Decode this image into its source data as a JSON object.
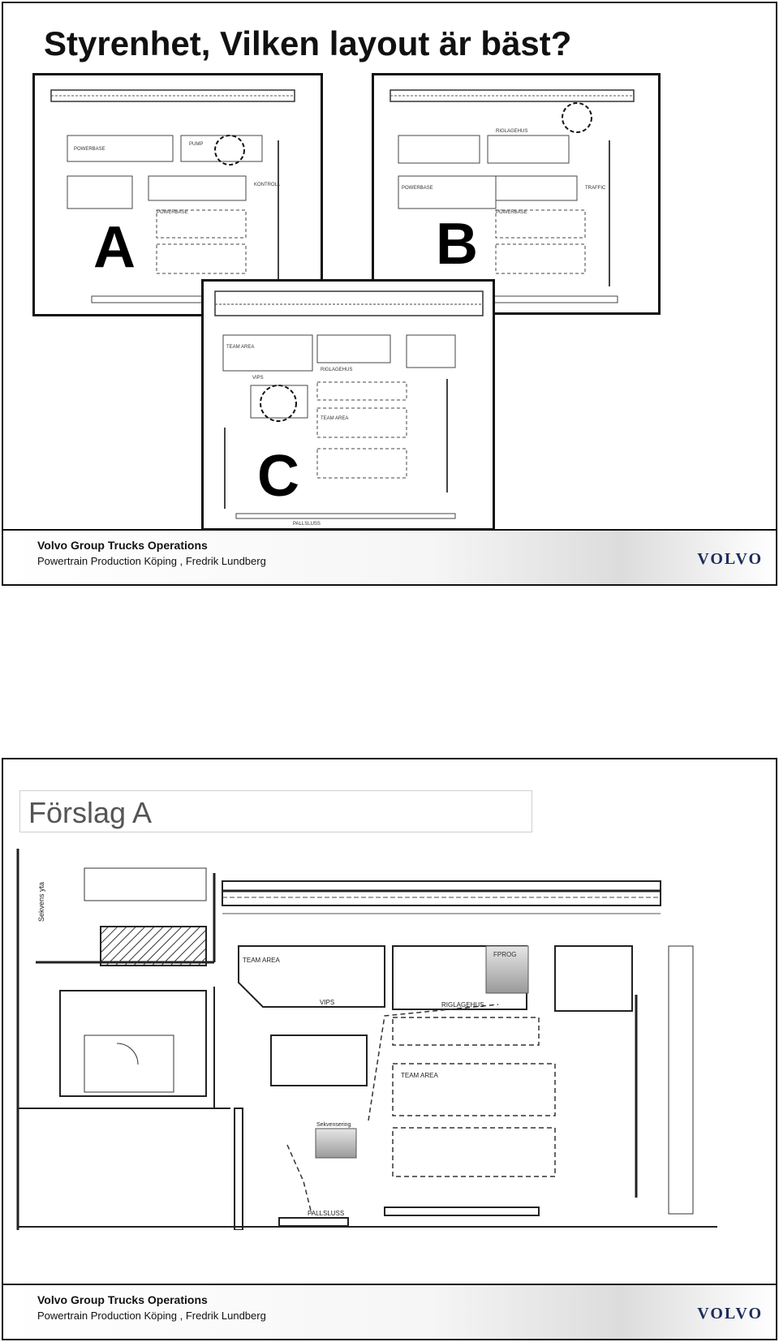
{
  "slide1": {
    "title": "Styrenhet, Vilken layout är bäst?",
    "plans": [
      {
        "letter": "A",
        "labels": [
          "POWERBASE",
          "POWERBASE",
          "PUMP",
          "KONTROLL"
        ]
      },
      {
        "letter": "B",
        "labels": [
          "RIGLAGEHUS",
          "POWERBASE",
          "POWERBASE",
          "TRAFFIC"
        ]
      },
      {
        "letter": "C",
        "labels": [
          "TEAM AREA",
          "RIGLAGEHUS",
          "TEAM AREA",
          "VIPS",
          "PALLSLUSS"
        ]
      }
    ],
    "footer": {
      "org": "Volvo Group Trucks Operations",
      "sub": "Powertrain Production Köping , Fredrik Lundberg",
      "logo": "VOLVO"
    }
  },
  "slide2": {
    "title": "Förslag A",
    "labels": {
      "sekvens_yta": "Sekvens yta",
      "team_area_1": "TEAM AREA",
      "vips": "VIPS",
      "riglagehus": "RIGLAGEHUS",
      "fprog": "FPROG",
      "team_area_2": "TEAM AREA",
      "sekvensering": "Sekvensering",
      "pallsluss": "PALLSLUSS"
    },
    "footer": {
      "org": "Volvo Group Trucks Operations",
      "sub": "Powertrain Production Köping , Fredrik Lundberg",
      "logo": "VOLVO"
    }
  }
}
